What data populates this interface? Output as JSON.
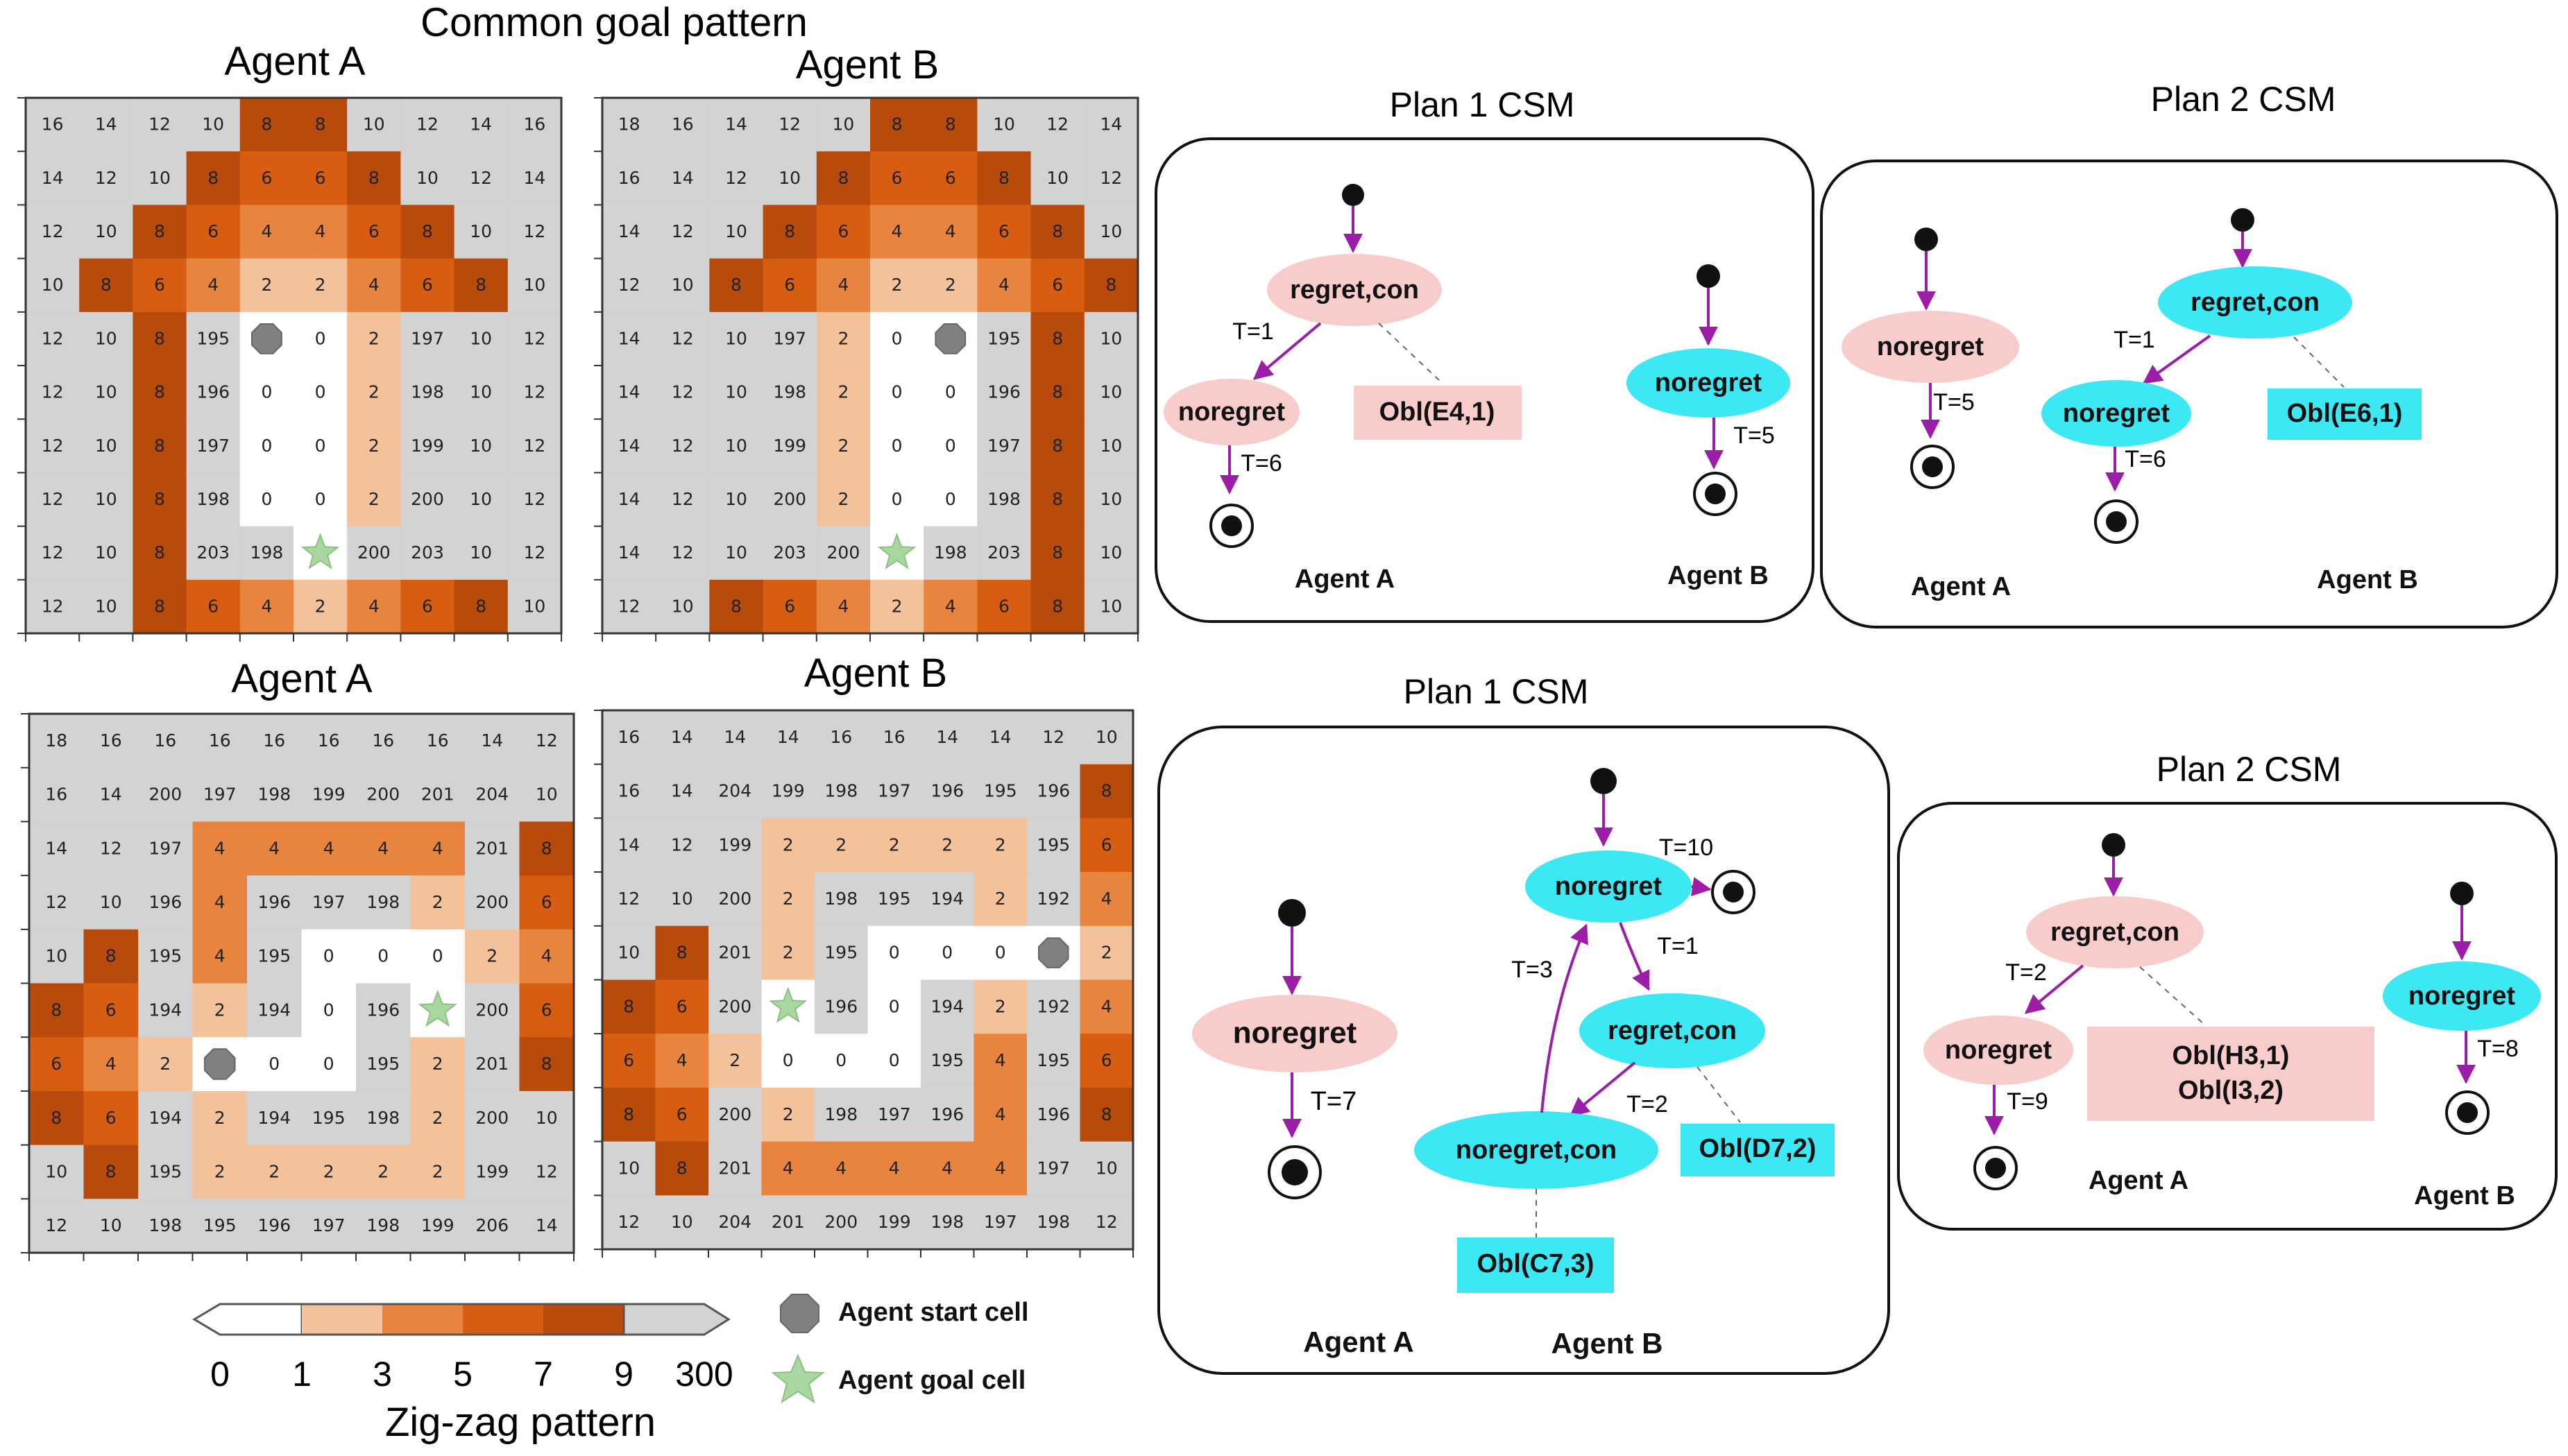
{
  "titles": {
    "top": "Common goal pattern",
    "grid1": "Agent A",
    "grid2": "Agent B",
    "grid3": "Agent A",
    "grid4": "Agent B",
    "bottom": "Zig-zag pattern"
  },
  "colors": {
    "gray": "#d3d3d3",
    "white": "#ffffff",
    "light": "#f4c29a",
    "mid": "#e8843e",
    "dark": "#d75d10",
    "darker": "#b84a0c",
    "pink": "#f9cccc",
    "cyan": "#3ce8f4",
    "purple": "#9b1da8"
  },
  "legend": {
    "ticks": [
      "0",
      "1",
      "3",
      "5",
      "7",
      "9",
      "300"
    ],
    "start_label": "Agent start cell",
    "goal_label": "Agent goal cell"
  },
  "grids": [
    {
      "rows": [
        [
          "16",
          "14",
          "12",
          "10",
          "8",
          "8",
          "10",
          "12",
          "14",
          "16"
        ],
        [
          "14",
          "12",
          "10",
          "8",
          "6",
          "6",
          "8",
          "10",
          "12",
          "14"
        ],
        [
          "12",
          "10",
          "8",
          "6",
          "4",
          "4",
          "6",
          "8",
          "10",
          "12"
        ],
        [
          "10",
          "8",
          "6",
          "4",
          "2",
          "2",
          "4",
          "6",
          "8",
          "10"
        ],
        [
          "12",
          "10",
          "8",
          "195",
          "",
          "0",
          "2",
          "197",
          "10",
          "12"
        ],
        [
          "12",
          "10",
          "8",
          "196",
          "0",
          "0",
          "2",
          "198",
          "10",
          "12"
        ],
        [
          "12",
          "10",
          "8",
          "197",
          "0",
          "0",
          "2",
          "199",
          "10",
          "12"
        ],
        [
          "12",
          "10",
          "8",
          "198",
          "0",
          "0",
          "2",
          "200",
          "10",
          "12"
        ],
        [
          "12",
          "10",
          "8",
          "203",
          "198",
          "",
          "200",
          "203",
          "10",
          "12"
        ],
        [
          "12",
          "10",
          "8",
          "6",
          "4",
          "2",
          "4",
          "6",
          "8",
          "10"
        ]
      ],
      "start": [
        4,
        4
      ],
      "goal": [
        8,
        5
      ]
    },
    {
      "rows": [
        [
          "18",
          "16",
          "14",
          "12",
          "10",
          "8",
          "8",
          "10",
          "12",
          "14"
        ],
        [
          "16",
          "14",
          "12",
          "10",
          "8",
          "6",
          "6",
          "8",
          "10",
          "12"
        ],
        [
          "14",
          "12",
          "10",
          "8",
          "6",
          "4",
          "4",
          "6",
          "8",
          "10"
        ],
        [
          "12",
          "10",
          "8",
          "6",
          "4",
          "2",
          "2",
          "4",
          "6",
          "8"
        ],
        [
          "14",
          "12",
          "10",
          "197",
          "2",
          "0",
          "",
          "195",
          "8",
          "10"
        ],
        [
          "14",
          "12",
          "10",
          "198",
          "2",
          "0",
          "0",
          "196",
          "8",
          "10"
        ],
        [
          "14",
          "12",
          "10",
          "199",
          "2",
          "0",
          "0",
          "197",
          "8",
          "10"
        ],
        [
          "14",
          "12",
          "10",
          "200",
          "2",
          "0",
          "0",
          "198",
          "8",
          "10"
        ],
        [
          "14",
          "12",
          "10",
          "203",
          "200",
          "",
          "198",
          "203",
          "8",
          "10"
        ],
        [
          "12",
          "10",
          "8",
          "6",
          "4",
          "2",
          "4",
          "6",
          "8",
          "10"
        ]
      ],
      "start": [
        4,
        6
      ],
      "goal": [
        8,
        5
      ]
    },
    {
      "rows": [
        [
          "18",
          "16",
          "16",
          "16",
          "16",
          "16",
          "16",
          "16",
          "14",
          "12"
        ],
        [
          "16",
          "14",
          "200",
          "197",
          "198",
          "199",
          "200",
          "201",
          "204",
          "10"
        ],
        [
          "14",
          "12",
          "197",
          "4",
          "4",
          "4",
          "4",
          "4",
          "201",
          "8"
        ],
        [
          "12",
          "10",
          "196",
          "4",
          "196",
          "197",
          "198",
          "2",
          "200",
          "6"
        ],
        [
          "10",
          "8",
          "195",
          "4",
          "195",
          "0",
          "0",
          "0",
          "2",
          "4"
        ],
        [
          "8",
          "6",
          "194",
          "2",
          "194",
          "0",
          "196",
          "",
          "200",
          "6"
        ],
        [
          "6",
          "4",
          "2",
          "",
          "0",
          "0",
          "195",
          "2",
          "201",
          "8"
        ],
        [
          "8",
          "6",
          "194",
          "2",
          "194",
          "195",
          "198",
          "2",
          "200",
          "10"
        ],
        [
          "10",
          "8",
          "195",
          "2",
          "2",
          "2",
          "2",
          "2",
          "199",
          "12"
        ],
        [
          "12",
          "10",
          "198",
          "195",
          "196",
          "197",
          "198",
          "199",
          "206",
          "14"
        ]
      ],
      "start": [
        6,
        3
      ],
      "goal": [
        5,
        7
      ]
    },
    {
      "rows": [
        [
          "16",
          "14",
          "14",
          "14",
          "16",
          "16",
          "14",
          "14",
          "12",
          "10"
        ],
        [
          "16",
          "14",
          "204",
          "199",
          "198",
          "197",
          "196",
          "195",
          "196",
          "8"
        ],
        [
          "14",
          "12",
          "199",
          "2",
          "2",
          "2",
          "2",
          "2",
          "195",
          "6"
        ],
        [
          "12",
          "10",
          "200",
          "2",
          "198",
          "195",
          "194",
          "2",
          "192",
          "4"
        ],
        [
          "10",
          "8",
          "201",
          "2",
          "195",
          "0",
          "0",
          "0",
          "",
          "2"
        ],
        [
          "8",
          "6",
          "200",
          "",
          "196",
          "0",
          "194",
          "2",
          "192",
          "4"
        ],
        [
          "6",
          "4",
          "2",
          "0",
          "0",
          "0",
          "195",
          "4",
          "195",
          "6"
        ],
        [
          "8",
          "6",
          "200",
          "2",
          "198",
          "197",
          "196",
          "4",
          "196",
          "8"
        ],
        [
          "10",
          "8",
          "201",
          "4",
          "4",
          "4",
          "4",
          "4",
          "197",
          "10"
        ],
        [
          "12",
          "10",
          "204",
          "201",
          "200",
          "199",
          "198",
          "197",
          "198",
          "12"
        ]
      ],
      "start": [
        4,
        8
      ],
      "goal": [
        5,
        3
      ]
    }
  ],
  "csm": {
    "p1top": {
      "title": "Plan 1 CSM",
      "s_regret": "regret,con",
      "s_noregret": "noregret",
      "obl": "Obl(E4,1)",
      "s_b": "noregret",
      "t1": "T=1",
      "t6": "T=6",
      "t5": "T=5",
      "agent_a": "Agent A",
      "agent_b": "Agent B"
    },
    "p2top": {
      "title": "Plan 2 CSM",
      "s_a": "noregret",
      "s_regret": "regret,con",
      "s_noregret": "noregret",
      "obl": "Obl(E6,1)",
      "t5": "T=5",
      "t1": "T=1",
      "t6": "T=6",
      "agent_a": "Agent A",
      "agent_b": "Agent B"
    },
    "p1bot": {
      "title": "Plan 1 CSM",
      "s_a": "noregret",
      "t7": "T=7",
      "s_top": "noregret",
      "t10": "T=10",
      "t1": "T=1",
      "s_regret": "regret,con",
      "t2": "T=2",
      "s_nrcon": "noregret,con",
      "t3": "T=3",
      "obl_d": "Obl(D7,2)",
      "obl_c": "Obl(C7,3)",
      "agent_a": "Agent A",
      "agent_b": "Agent B"
    },
    "p2bot": {
      "title": "Plan 2 CSM",
      "s_regret": "regret,con",
      "t2": "T=2",
      "s_noregret": "noregret",
      "t9": "T=9",
      "obl_h": "Obl(H3,1)",
      "obl_i": "Obl(I3,2)",
      "s_b": "noregret",
      "t8": "T=8",
      "agent_a": "Agent A",
      "agent_b": "Agent B"
    }
  }
}
